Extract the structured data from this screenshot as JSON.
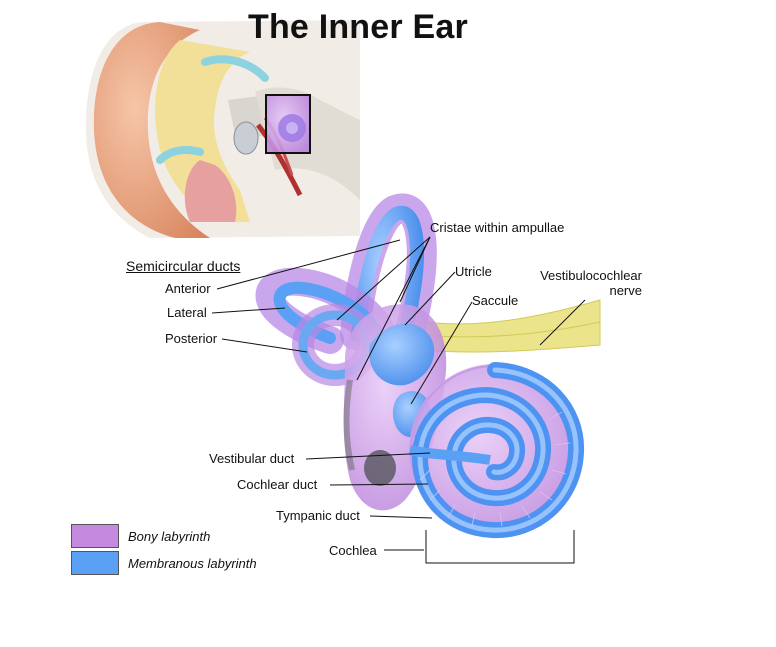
{
  "title": "The Inner Ear",
  "section_heading": "Semicircular ducts",
  "labels": {
    "anterior": "Anterior",
    "lateral": "Lateral",
    "posterior": "Posterior",
    "cristae": "Cristae within ampullae",
    "utricle": "Utricle",
    "saccule": "Saccule",
    "vestibulocochlear_line1": "Vestibulocochlear",
    "vestibulocochlear_line2": "nerve",
    "vestibular_duct": "Vestibular duct",
    "cochlear_duct": "Cochlear duct",
    "tympanic_duct": "Tympanic duct",
    "cochlea": "Cochlea"
  },
  "legend": [
    {
      "label": "Bony labyrinth",
      "color": "#c58ae0"
    },
    {
      "label": "Membranous labyrinth",
      "color": "#5aa0f5"
    }
  ],
  "colors": {
    "bony": "#c58ae0",
    "membranous": "#5aa0f5",
    "nerve": "#e8e27a",
    "skin": "#e9a483",
    "tissue_yellow": "#f2df98",
    "bone_gray": "#d9d5cf",
    "highlight_box": "#111111"
  }
}
